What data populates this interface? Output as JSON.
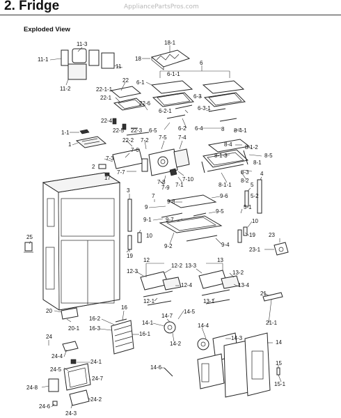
{
  "header": {
    "title": "2. Fridge",
    "watermark": "AppliancePartsPros.com"
  },
  "subtitle": "Exploded View",
  "labels": [
    "11-3",
    "11-1",
    "11",
    "11-2",
    "18-1",
    "18",
    "6",
    "6-1-1",
    "6-1",
    "22",
    "22-1-1",
    "22-1",
    "6-3",
    "22-6",
    "6-2-1",
    "6-3-1",
    "22-4",
    "6-2",
    "6-4",
    "8",
    "8-4-1",
    "1-1",
    "22-5",
    "22-3",
    "6-5",
    "1",
    "22-2",
    "7-2",
    "7-5",
    "7-4",
    "8-4",
    "8-1-2",
    "8-5",
    "7-6",
    "8-1-3",
    "8-1",
    "7-3",
    "2",
    "7-7",
    "7-10",
    "8-3",
    "17",
    "7-8",
    "7-1",
    "8-1-1",
    "8-2",
    "4",
    "7-9",
    "5",
    "3",
    "5-2",
    "9-6",
    "7",
    "9-8",
    "5-1",
    "9",
    "9-5",
    "9-1",
    "9-7",
    "10",
    "10",
    "25",
    "19",
    "23",
    "9-2",
    "9-4",
    "23-1",
    "19",
    "12",
    "13",
    "12-3",
    "12-2",
    "13-3",
    "13-2",
    "12-4",
    "13-4",
    "12-1",
    "13-1",
    "21",
    "20",
    "16",
    "14-5",
    "14-7",
    "16-2",
    "20-1",
    "21-1",
    "16-3",
    "14-1",
    "16-1",
    "14-4",
    "14-3",
    "14-2",
    "14",
    "24",
    "24-4",
    "24-1",
    "24-5",
    "14-6",
    "15",
    "24-7",
    "15-1",
    "24-8",
    "24-2",
    "24-6",
    "24-3"
  ]
}
